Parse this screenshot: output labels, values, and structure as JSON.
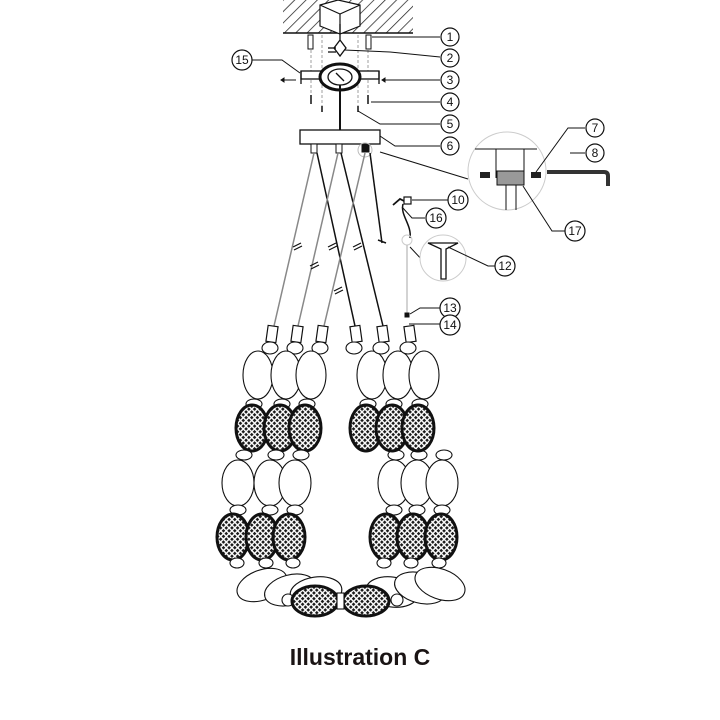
{
  "caption": "Illustration C",
  "callouts": [
    {
      "id": "callout-1",
      "label": "1"
    },
    {
      "id": "callout-2",
      "label": "2"
    },
    {
      "id": "callout-3",
      "label": "3"
    },
    {
      "id": "callout-4",
      "label": "4"
    },
    {
      "id": "callout-5",
      "label": "5"
    },
    {
      "id": "callout-6",
      "label": "6"
    },
    {
      "id": "callout-7",
      "label": "7"
    },
    {
      "id": "callout-8",
      "label": "8"
    },
    {
      "id": "callout-10",
      "label": "10"
    },
    {
      "id": "callout-12",
      "label": "12"
    },
    {
      "id": "callout-13",
      "label": "13"
    },
    {
      "id": "callout-14",
      "label": "14"
    },
    {
      "id": "callout-15",
      "label": "15"
    },
    {
      "id": "callout-16",
      "label": "16"
    },
    {
      "id": "callout-17",
      "label": "17"
    }
  ],
  "colors": {
    "line": "#111111",
    "cable_gray": "#888888",
    "mesh_fill": "#1a1a1a"
  }
}
